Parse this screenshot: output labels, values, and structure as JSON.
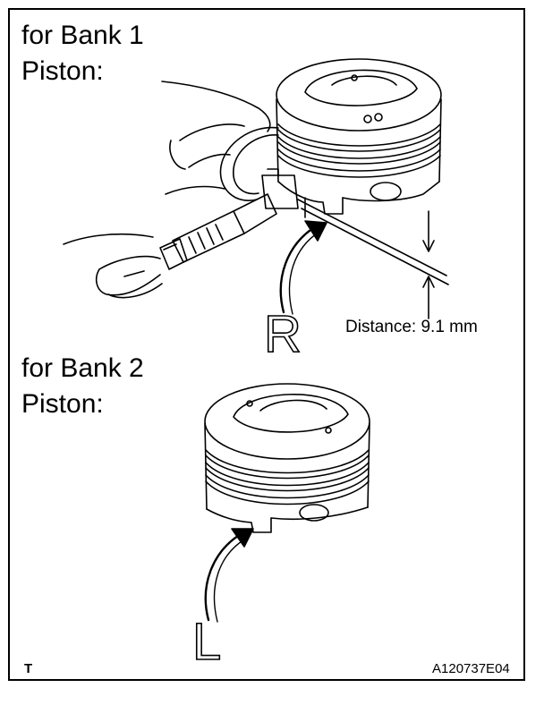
{
  "bank1": {
    "title": "for Bank 1",
    "subtitle": "Piston:",
    "mark": "R",
    "distance_label": "Distance: 9.1 mm"
  },
  "bank2": {
    "title": "for Bank 2",
    "subtitle": "Piston:",
    "mark": "L"
  },
  "footer": {
    "left_code": "T",
    "figure_id": "A120737E04"
  },
  "icons": {
    "micrometer": "micrometer-icon",
    "piston_r": "piston-icon",
    "piston_l": "piston-icon",
    "arrow": "curved-arrow-icon"
  }
}
